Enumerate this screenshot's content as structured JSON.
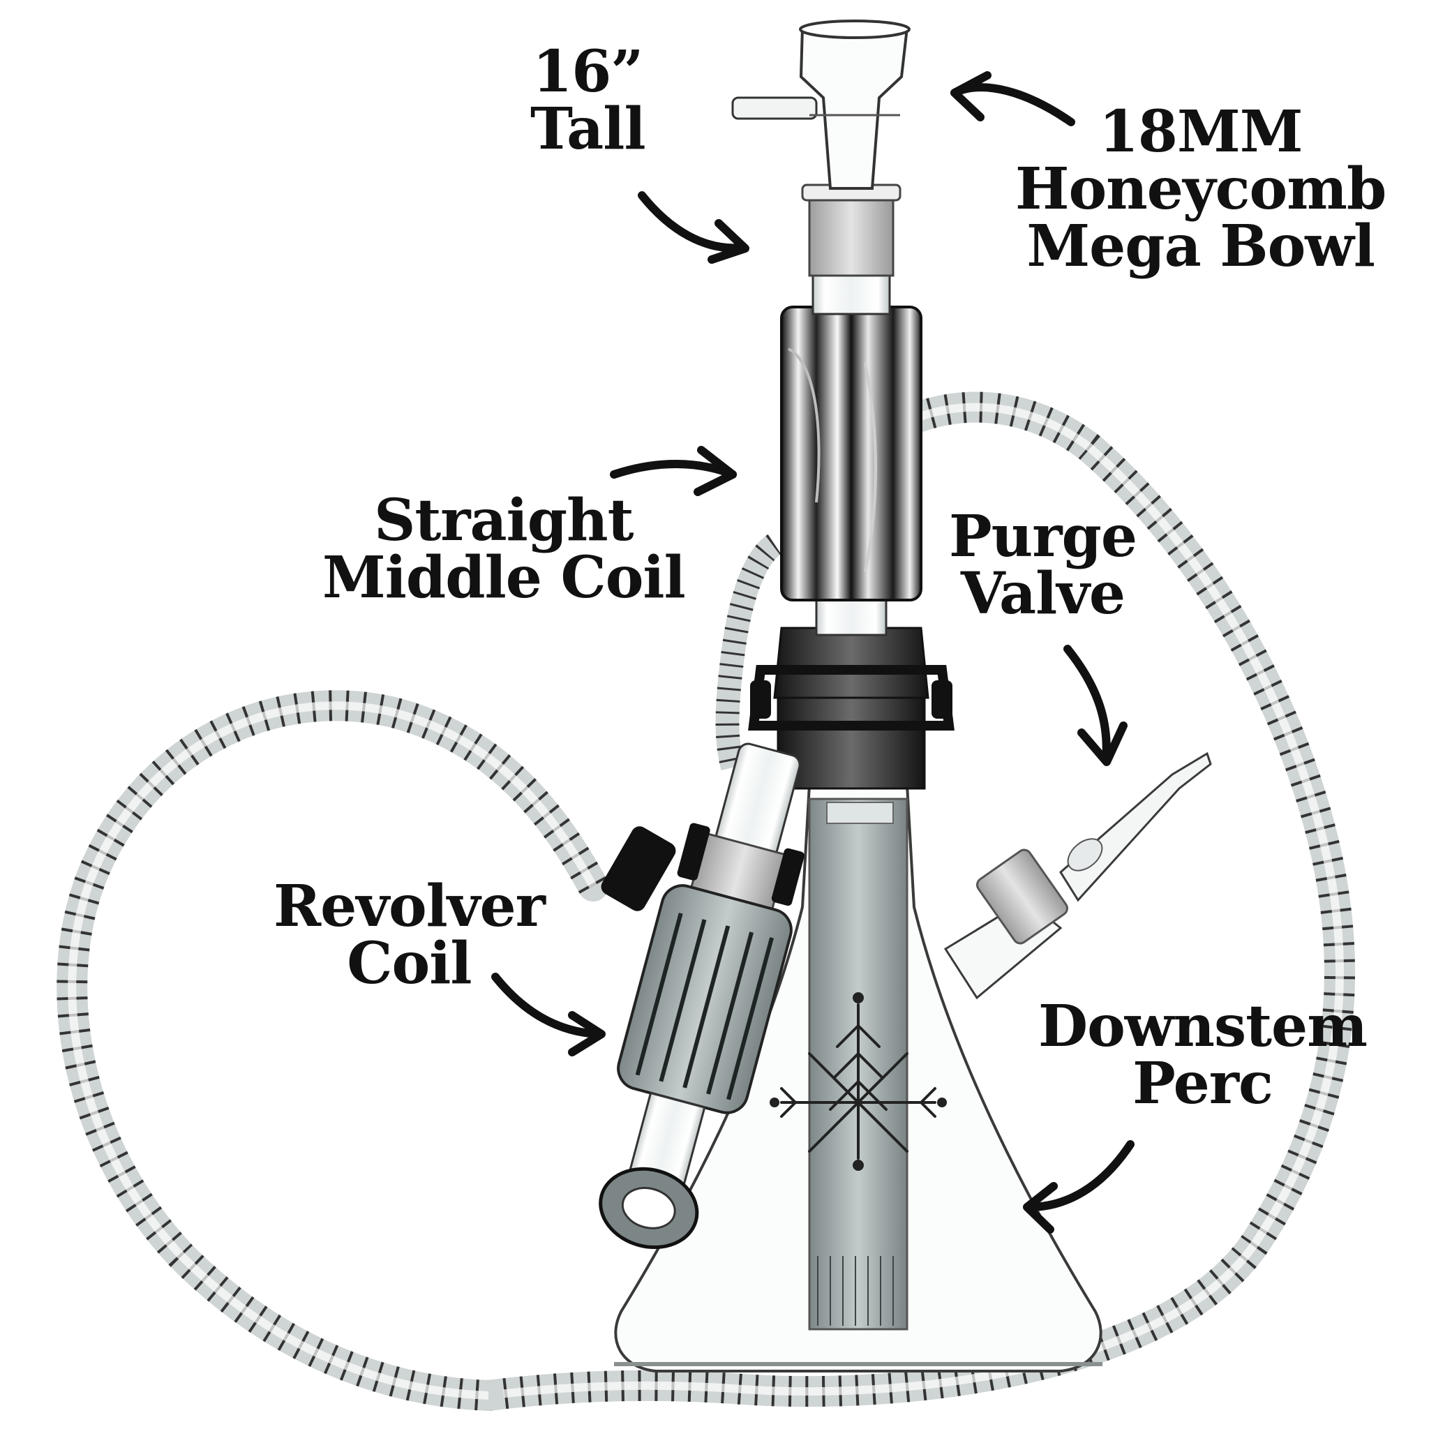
{
  "labels": {
    "height": [
      "16”",
      "Tall"
    ],
    "bowl": [
      "18MM",
      "Honeycomb",
      "Mega Bowl"
    ],
    "middle_coil": [
      "Straight",
      "Middle Coil"
    ],
    "purge_valve": [
      "Purge",
      "Valve"
    ],
    "revolver_coil": [
      "Revolver",
      "Coil"
    ],
    "downstem": [
      "Downstem",
      "Perc"
    ]
  },
  "colors": {
    "text": "#111111",
    "glass_outline": "#3a3a3a",
    "smoke_glass": "#9aa3a3",
    "black_clip": "#111111"
  },
  "icons": {
    "logo": "snowflake-logo-icon"
  }
}
